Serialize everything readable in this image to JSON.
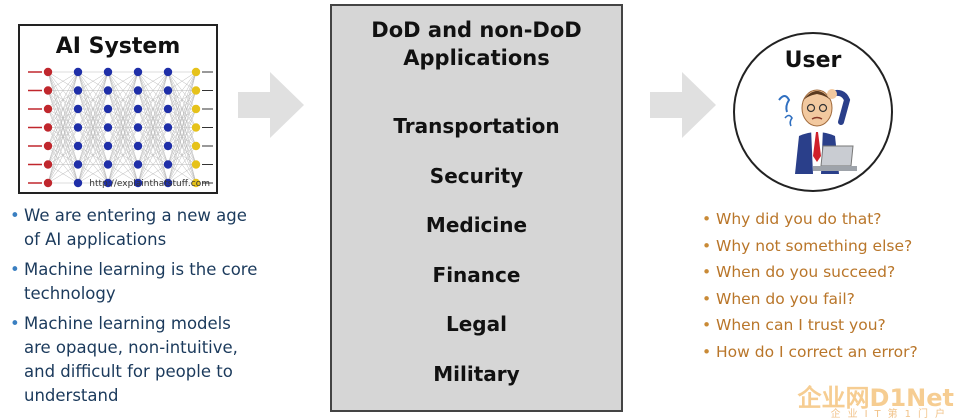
{
  "ai_system": {
    "title": "AI System",
    "source_url": "http://explainthatstuff.com",
    "bullets": [
      "We are entering a new age of AI applications",
      "Machine learning is the core technology",
      "Machine learning models are opaque, non-intuitive, and difficult for people to understand"
    ]
  },
  "applications": {
    "title": "DoD and non-DoD Applications",
    "items": [
      "Transportation",
      "Security",
      "Medicine",
      "Finance",
      "Legal",
      "Military"
    ]
  },
  "user": {
    "title": "User",
    "questions": [
      "Why did you do that?",
      "Why not something else?",
      "When do you succeed?",
      "When do you fail?",
      "When can I trust you?",
      "How do I correct an error?"
    ]
  },
  "watermark": {
    "main": "企业网D1Net",
    "sub": "企业IT第1门户"
  },
  "colors": {
    "left_text": "#1b3a5c",
    "left_bullet": "#3a7fc1",
    "question_text": "#b9762a",
    "panel_gray": "#d6d6d6",
    "arrow_gray": "#e0e0e0",
    "input_node": "#c0272d",
    "hidden_node": "#1f2fa8",
    "output_node": "#e6c21a"
  }
}
